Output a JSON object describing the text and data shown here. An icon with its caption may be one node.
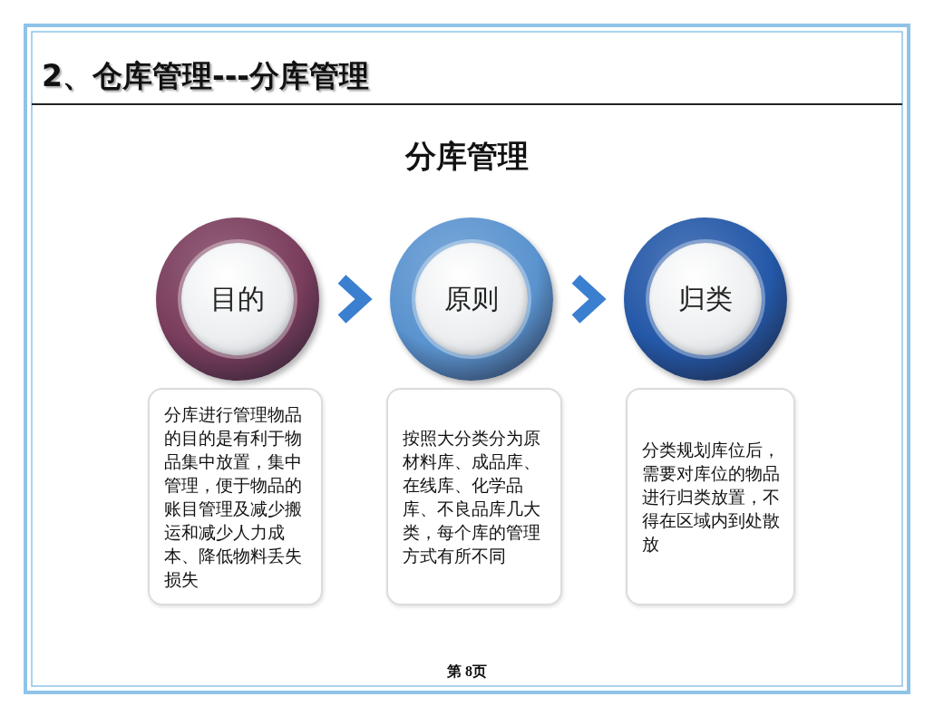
{
  "diagram": {
    "title": "2、仓库管理---分库管理",
    "nodes": [
      {
        "text": [
          "目的"
        ]
      },
      {
        "text": [
          "原则"
        ]
      },
      {
        "text": [
          "归类"
        ]
      },
      {
        "text": [
          "分库进行管理物品的目的是有利于物品集中放置，集中管理，便于物品的账目管理及减少搬运和减少人力成本、降低物料丢失损失"
        ]
      },
      {
        "text": [
          "按照大分类分为原材料库、成品库、在线库、化学品库、不良品库几大类，每个库的管理方式有所不同"
        ]
      },
      {
        "text": [
          "分类规划库位后，需要对库位的物品进行归类放置，不得在区域内到处散放"
        ]
      }
    ],
    "edges": [
      {
        "from": 0,
        "to": 1,
        "arrow": "to"
      },
      {
        "from": 1,
        "to": 2,
        "arrow": "to"
      }
    ],
    "labels": [
      "分库管理",
      "第 8页"
    ]
  }
}
